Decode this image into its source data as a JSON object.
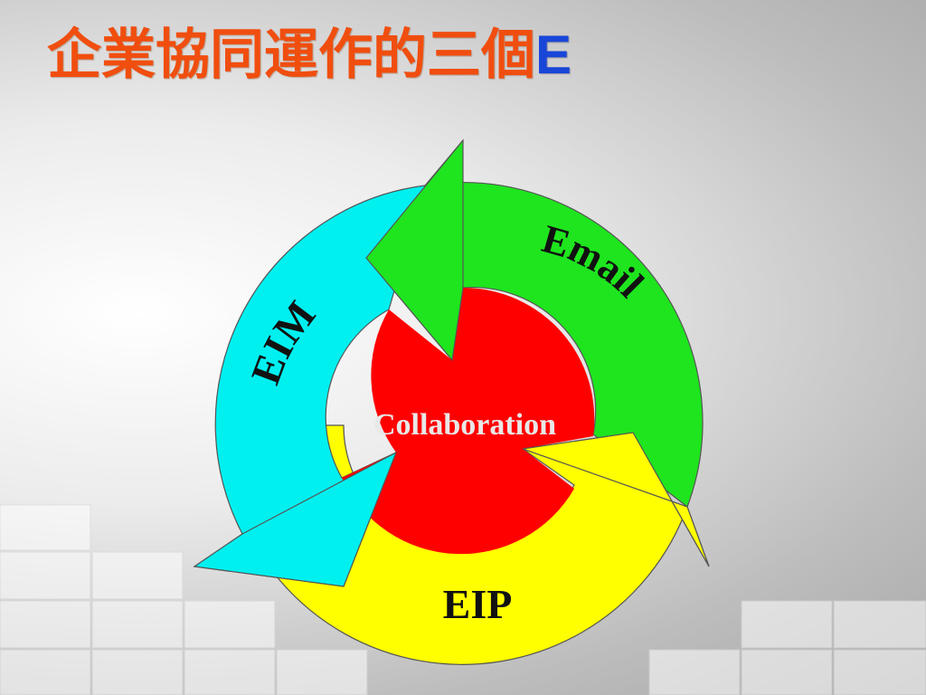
{
  "slide": {
    "title_main": "企業協同運作的三個",
    "title_accent": "E"
  },
  "diagram": {
    "center_label": "Collaboration",
    "segments": [
      {
        "label": "Email",
        "color": "#1ee51e"
      },
      {
        "label": "EIP",
        "color": "#ffff00"
      },
      {
        "label": "EIM",
        "color": "#00f0f0"
      }
    ],
    "center_color": "#ff0000",
    "outline_color": "#555555"
  },
  "colors": {
    "title": "#f04e0f",
    "title_accent": "#1846d8"
  }
}
